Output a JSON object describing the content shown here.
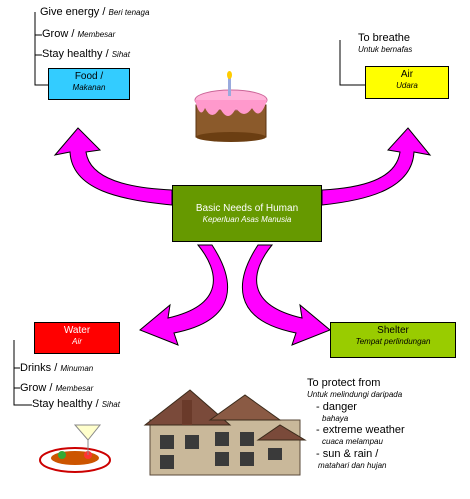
{
  "center": {
    "title": "Basic Needs of Human",
    "subtitle": "Keperluan Asas Manusia"
  },
  "food": {
    "title": "Food /",
    "subtitle": "Makanan",
    "items": [
      {
        "en": "Give energy /",
        "ms": "Beri tenaga"
      },
      {
        "en": "Grow /",
        "ms": "Membesar"
      },
      {
        "en": "Stay healthy /",
        "ms": "Sihat"
      }
    ]
  },
  "air": {
    "title": "Air",
    "subtitle": "Udara",
    "note_en": "To breathe",
    "note_ms": "Untuk bernafas"
  },
  "water": {
    "title": "Water",
    "subtitle": "Air",
    "items": [
      {
        "en": "Drinks /",
        "ms": "Minuman"
      },
      {
        "en": "Grow /",
        "ms": "Membesar"
      },
      {
        "en": "Stay healthy /",
        "ms": "Sihat"
      }
    ]
  },
  "shelter": {
    "title": "Shelter",
    "subtitle": "Tempat perlindungan",
    "intro_en": "To protect from",
    "intro_ms": "Untuk melindungi daripada",
    "items": [
      {
        "en": "- danger",
        "ms": "bahaya"
      },
      {
        "en": "- extreme weather",
        "ms": "cuaca  melampau"
      },
      {
        "en": "- sun & rain /",
        "ms": "matahari dan hujan"
      }
    ]
  },
  "colors": {
    "food": "#33ccff",
    "air": "#ffff00",
    "water": "#ff0000",
    "shelter": "#99cc00",
    "center": "#669900",
    "arrow": "#ff00ff"
  }
}
